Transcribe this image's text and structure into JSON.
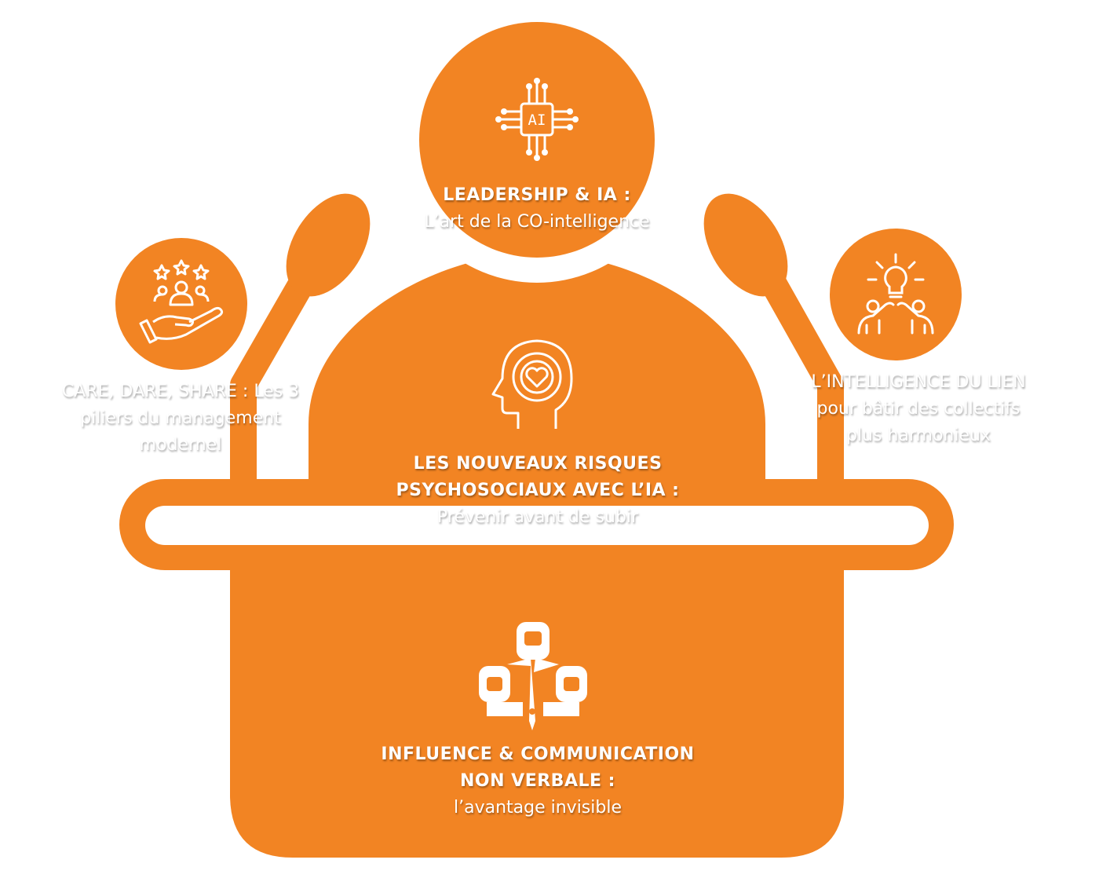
{
  "colors": {
    "accent": "#F28423",
    "text": "#FFFFFF"
  },
  "top": {
    "icon": "ai-chip-icon",
    "chip_label": "AI",
    "title": "LEADERSHIP & IA :",
    "subtitle": "L’art de la CO-intelligence"
  },
  "left": {
    "icon": "hand-team-stars-icon",
    "line1": "CARE, DARE, SHARE : Les 3",
    "line2": "piliers du management",
    "line3": "modernel"
  },
  "right": {
    "icon": "lightbulb-people-icon",
    "title": "L’INTELLIGENCE DU LIEN",
    "line1": "pour bâtir des collectifs",
    "line2": "plus harmonieux"
  },
  "center": {
    "icon": "head-heart-icon",
    "title1": "LES NOUVEAUX RISQUES",
    "title2": "PSYCHOSOCIAUX AVEC L’IA :",
    "subtitle": "Prévenir avant de subir"
  },
  "bottom": {
    "icon": "people-communication-icon",
    "title1": "INFLUENCE  & COMMUNICATION",
    "title2": "NON VERBALE :",
    "subtitle": "l’avantage invisible"
  }
}
